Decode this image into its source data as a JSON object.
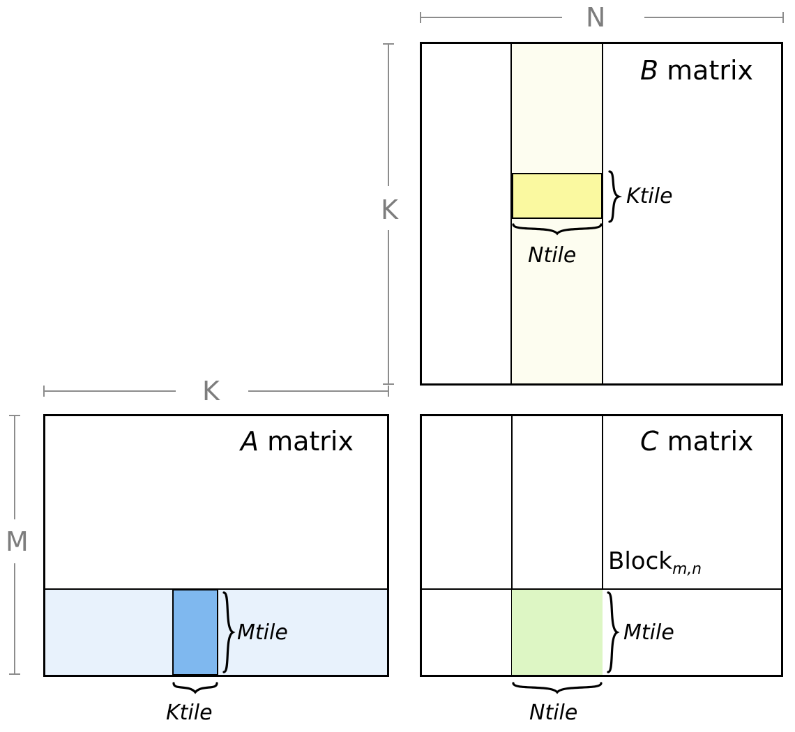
{
  "diagram": {
    "title_note": "Tiled matrix multiplication blocking diagram (A x B = C)",
    "colors": {
      "outline": "#000000",
      "dimension_gray": "#8c8c8c",
      "b_column_strip": "#fdfdf0",
      "b_tile_yellow": "#faf9a0",
      "a_row_strip": "#e8f2fc",
      "a_tile_blue": "#7fb8ef",
      "c_tile_green": "#ddf6c4",
      "background": "#ffffff"
    }
  },
  "dimensions": {
    "n_label": "N",
    "k_vertical_label": "K",
    "k_horizontal_label": "K",
    "m_label": "M"
  },
  "matrices": {
    "b": {
      "name_letter": "B",
      "name_suffix": " matrix",
      "ktile_label": "Ktile",
      "ntile_label": "Ntile"
    },
    "a": {
      "name_letter": "A",
      "name_suffix": " matrix",
      "mtile_label": "Mtile",
      "ktile_label": "Ktile"
    },
    "c": {
      "name_letter": "C",
      "name_suffix": " matrix",
      "block_label_base": "Block",
      "block_label_sub": "m,n",
      "mtile_label": "Mtile",
      "ntile_label": "Ntile"
    }
  }
}
